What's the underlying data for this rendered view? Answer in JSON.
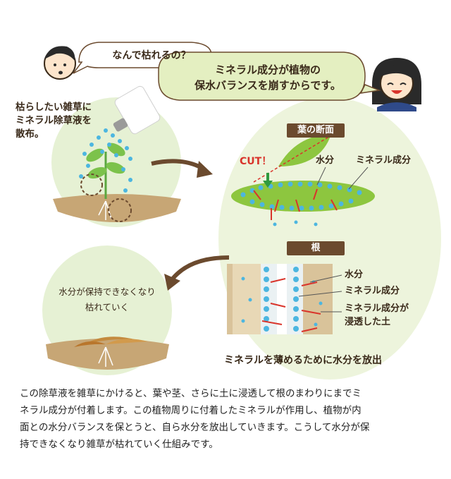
{
  "speech": {
    "question": "なんで枯れるの？",
    "answer_line1": "ミネラル成分が植物の",
    "answer_line2": "保水バランスを崩すからです。"
  },
  "step1": {
    "line1": "枯らしたい雑草に",
    "line2": "ミネラル除草液を",
    "line3": "散布。"
  },
  "leaf_panel": {
    "tag": "葉の断面",
    "cut_label": "CUT！",
    "water_label": "水分",
    "mineral_label": "ミネラル成分"
  },
  "root_panel": {
    "tag": "根",
    "water_label": "水分",
    "mineral_label": "ミネラル成分",
    "soil_label_line1": "ミネラル成分が",
    "soil_label_line2": "浸透した土",
    "release_caption": "ミネラルを薄めるために水分を放出"
  },
  "step3": {
    "line1": "水分が保持できなくなり",
    "line2": "枯れていく"
  },
  "caption": {
    "line1": "この除草液を雑草にかけると、葉や茎、さらに土に浸透して根のまわりにまでミ",
    "line2": "ネラル成分が付着します。この植物周りに付着したミネラルが作用し、植物が内",
    "line3": "面との水分バランスを保とうと、自ら水分を放出していきます。こうして水分が保",
    "line4": "持できなくなり雑草が枯れていく仕組みです。"
  },
  "colors": {
    "circle_bg": "#eaf3d9",
    "big_circle_bg": "#edf4dc",
    "soil": "#c7a675",
    "tag_bg": "#6b4a2e",
    "water_blue": "#4cb6e0",
    "leaf_green": "#8dc63f",
    "arrow_red": "#d9342b",
    "arrow_brown": "#6b4a2e"
  }
}
